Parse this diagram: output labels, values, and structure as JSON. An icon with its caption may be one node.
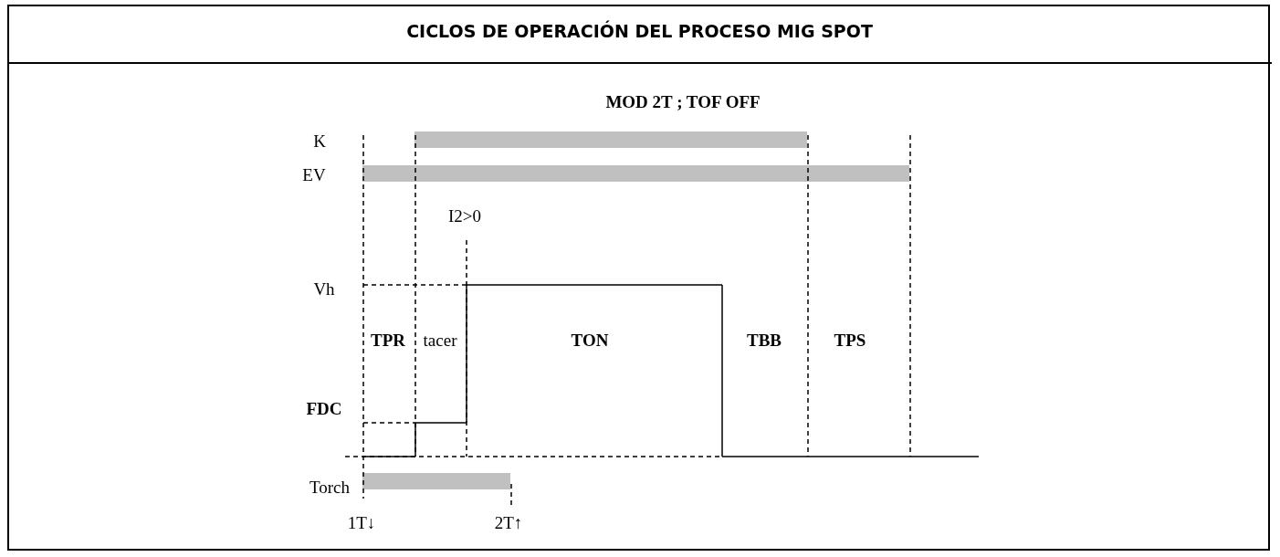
{
  "diagram": {
    "title": "CICLOS DE OPERACIÓN DEL PROCESO MIG SPOT",
    "labels": [
      "MOD 2T  ; TOF  OFF",
      "K",
      "EV",
      "I2>0",
      "Vh",
      "TPR",
      "tacer",
      "TON",
      "TBB",
      "TPS",
      "FDC",
      "Torch",
      "1T↓",
      "2T↑"
    ]
  }
}
